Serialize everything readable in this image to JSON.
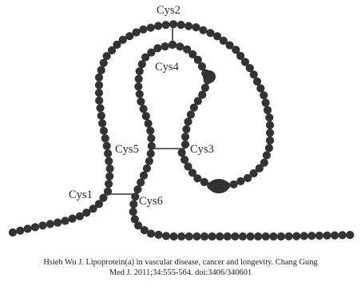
{
  "diagram": {
    "labels": {
      "cys1": "Cys1",
      "cys2": "Cys2",
      "cys3": "Cys3",
      "cys4": "Cys4",
      "cys5": "Cys5",
      "cys6": "Cys6"
    },
    "colors": {
      "bead": "#333333",
      "text": "#2a2a2a"
    }
  },
  "caption": {
    "line1": "Hsieh Wu J. Lipoprotein(a) in vascular disease, cancer and longevity. Chang Gung",
    "line2": "Med J. 2011;34:555-564. doi:3406/340601"
  }
}
